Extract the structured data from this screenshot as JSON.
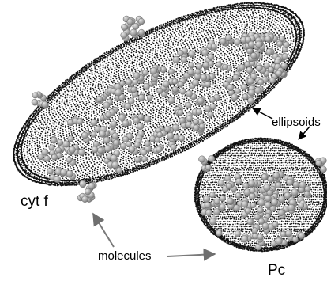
{
  "labels": {
    "cytf": "cyt f",
    "ellipsoids": "ellipsoids",
    "molecules": "molecules",
    "pc": "Pc"
  },
  "colors": {
    "dots": "#111111",
    "atoms": "#a9a9a9",
    "atom_edge": "#6d6d6d",
    "arrow_black": "#000000",
    "arrow_gray": "#7a7a7a"
  },
  "shapes": {
    "large_ellipsoid": "cyt f ellipsoid with molecule spheres",
    "small_ellipsoid": "Pc ellipsoid with molecule spheres"
  }
}
